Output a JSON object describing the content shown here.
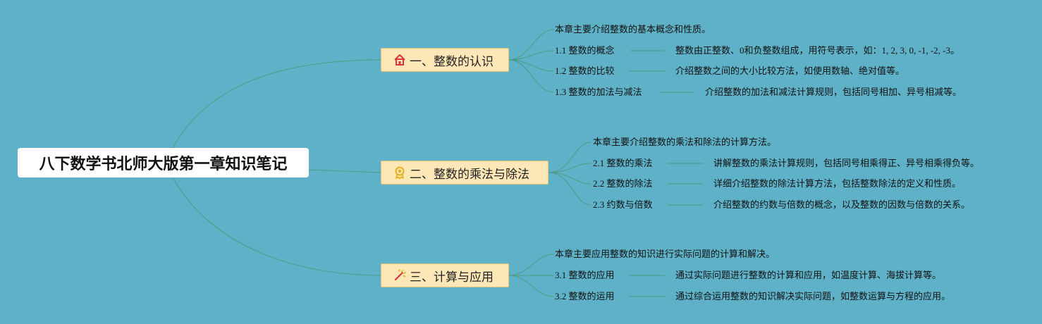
{
  "root": {
    "title": "八下数学书北师大版第一章知识笔记"
  },
  "branches": [
    {
      "label": "一、整数的认识",
      "icon": "house-icon",
      "intro": "本章主要介绍整数的基本概念和性质。",
      "items": [
        {
          "title": "1.1 整数的概念",
          "desc": "整数由正整数、0和负整数组成，用符号表示，如：1, 2, 3, 0, -1, -2, -3。"
        },
        {
          "title": "1.2 整数的比较",
          "desc": "介绍整数之间的大小比较方法，如使用数轴、绝对值等。"
        },
        {
          "title": "1.3 整数的加法与减法",
          "desc": "介绍整数的加法和减法计算规则，包括同号相加、异号相减等。"
        }
      ]
    },
    {
      "label": "二、整数的乘法与除法",
      "icon": "award-ribbon-icon",
      "intro": "本章主要介绍整数的乘法和除法的计算方法。",
      "items": [
        {
          "title": "2.1 整数的乘法",
          "desc": "讲解整数的乘法计算规则，包括同号相乘得正、异号相乘得负等。"
        },
        {
          "title": "2.2 整数的除法",
          "desc": "详细介绍整数的除法计算方法，包括整数除法的定义和性质。"
        },
        {
          "title": "2.3 约数与倍数",
          "desc": "介绍整数的约数与倍数的概念，以及整数的因数与倍数的关系。"
        }
      ]
    },
    {
      "label": "三、计算与应用",
      "icon": "magic-wand-icon",
      "intro": "本章主要应用整数的知识进行实际问题的计算和解决。",
      "items": [
        {
          "title": "3.1 整数的应用",
          "desc": "通过实际问题进行整数的计算和应用，如温度计算、海拔计算等。"
        },
        {
          "title": "3.2 整数的运用",
          "desc": "通过综合运用整数的知识解决实际问题，如整数运算与方程的应用。"
        }
      ]
    }
  ],
  "colors": {
    "background": "#5fb1c8",
    "connector": "#4f9a83",
    "branch_fill": "#fde7b7",
    "icon_red": "#d9363e",
    "icon_gold": "#e5b020"
  }
}
